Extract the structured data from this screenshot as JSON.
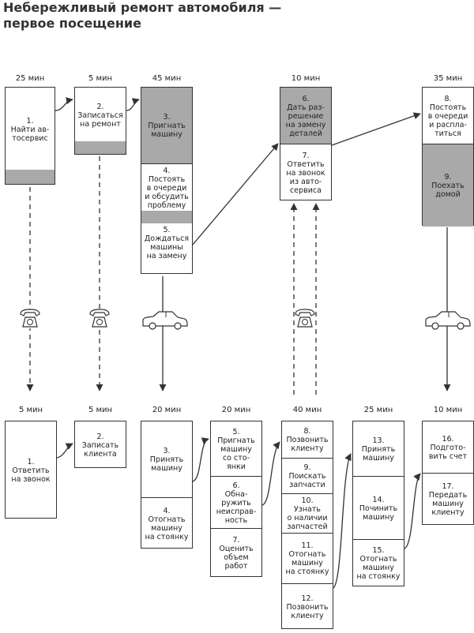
{
  "title": "Небережливый ремонт автомобиля —\nпервое посещение",
  "top_durations": [
    "25 мин",
    "5  мин",
    "45 мин",
    "10 мин",
    "35 мин"
  ],
  "bottom_durations": [
    "5 мин",
    "5  мин",
    "20 мин",
    "20 мин",
    "40 мин",
    "25 мин",
    "10 мин"
  ],
  "customer_steps": [
    "1.\nНайти ав-\nтосервис",
    "2.\nЗаписаться\nна ремонт",
    "3.\nПригнать\nмашину",
    "4.\nПостоять\nв очереди\nи обсудить\nпроблему",
    "5.\nДождаться\nмашины\nна замену",
    "6.\nДать раз-\nрешение\nна замену\nдеталей",
    "7.\nОтветить\nна звонок\nиз авто-\nсервиса",
    "8.\nПостоять\nв очереди\nи распла-\nтиться",
    "9.\nПоехать\nдомой"
  ],
  "provider_steps": [
    "1.\nОтветить\nна звонок",
    "2.\nЗаписать\nклиента",
    "3.\nПринять\nмашину",
    "4.\nОтогнать\nмашину\nна стоянку",
    "5.\nПригнать\nмашину\nсо сто-\nянки",
    "6.\nОбна-\nружить\nнеисправ-\nность",
    "7.\nОценить\nобъем\nработ",
    "8.\nПозвонить\nклиенту",
    "9.\nПоискать\nзапчасти",
    "10.\nУзнать\nо наличии\nзапчастей",
    "11.\nОтогнать\nмашину\nна стоянку",
    "12.\nПозвонить\nклиенту",
    "13.\nПринять\nмашину",
    "14.\nПочинить\nмашину",
    "15.\nОтогнать\nмашину\nна стоянку",
    "16.\nПодгото-\nвить счет",
    "17.\nПередать\nмашину\nклиенту"
  ],
  "icons": [
    "phone-icon",
    "car-icon"
  ],
  "colors": {
    "line": "#333333",
    "shaded": "#a9a9a9",
    "background": "#ffffff"
  }
}
